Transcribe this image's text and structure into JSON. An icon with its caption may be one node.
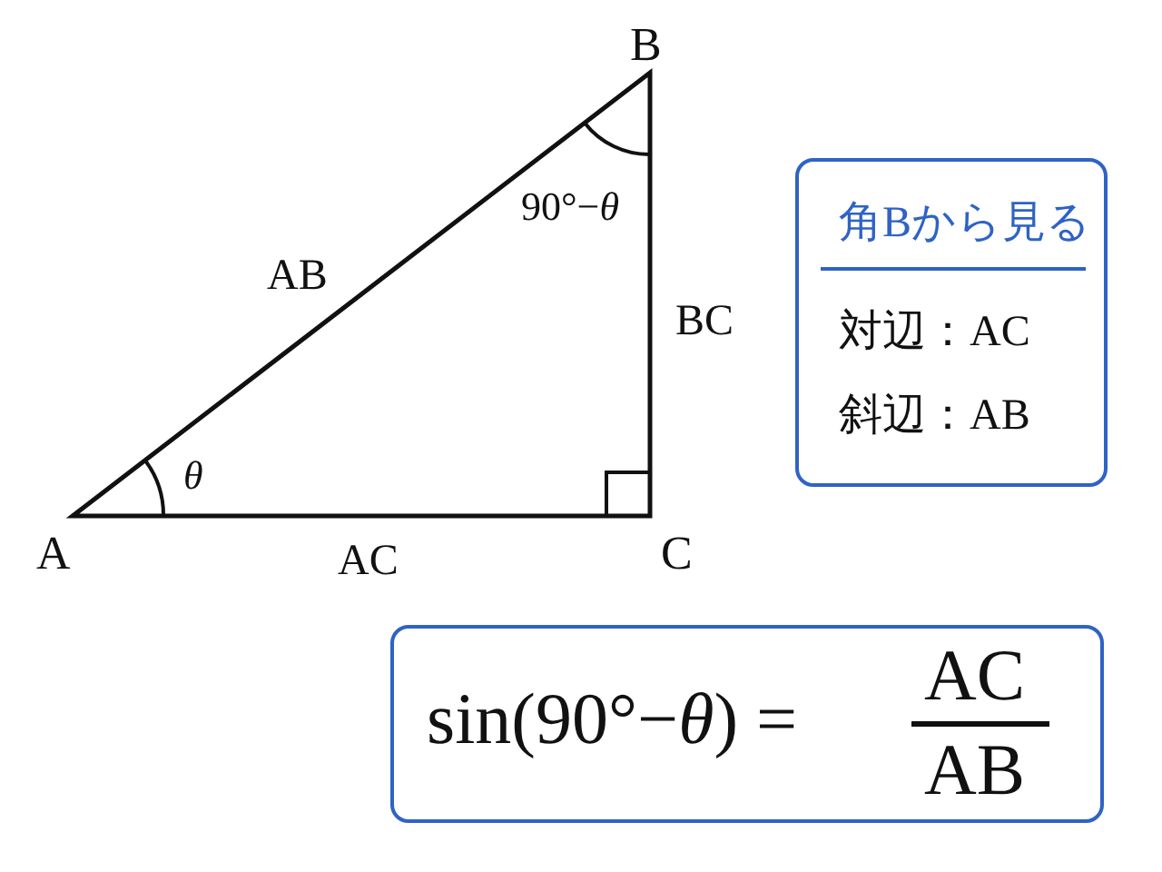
{
  "diagram": {
    "nodes": [
      {
        "text": [
          "角Bから見る",
          "対辺：AC",
          "斜辺：AB"
        ]
      },
      {
        "text": [
          "sin(90°−*θ*) =",
          "AC",
          "AB"
        ]
      }
    ],
    "edges": [],
    "labels": [
      "B",
      "90°−*θ*",
      "AB",
      "BC",
      "θ",
      "A",
      "AC",
      "C"
    ]
  }
}
